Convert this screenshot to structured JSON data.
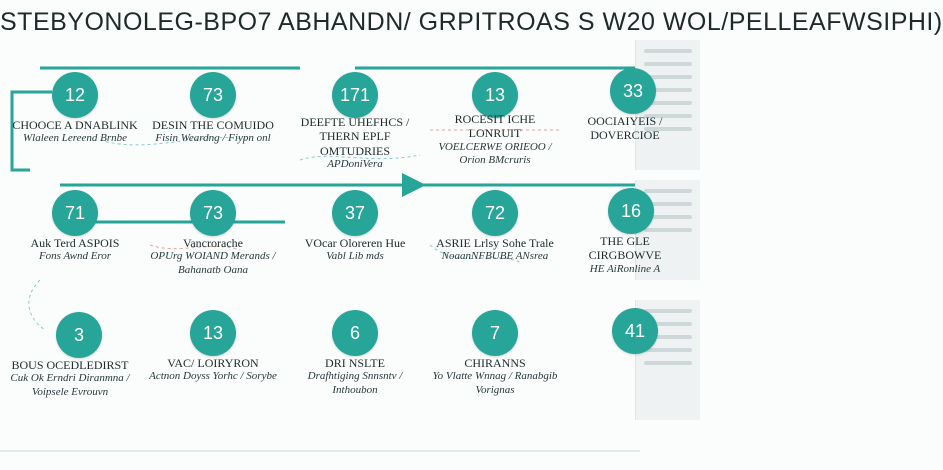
{
  "title": "STEBYONOLEG-BPO7 ABHANDN/ GRPITROAS S W20 WOL/PELLEAFWSIPHI)",
  "colors": {
    "accent": "#27a599",
    "line": "#27a599",
    "text": "#1c2a2a"
  },
  "rows": [
    [
      {
        "number": "12",
        "heading": "CHOOCE A DNABLINK",
        "sub": "Wlaleen Lereend Brnbe"
      },
      {
        "number": "73",
        "heading": "DESIN THE COMUIDO",
        "sub": "Fisin Weardng / Fiypn onl"
      },
      {
        "number": "171",
        "heading": "DEEFTE UHEFHCS / THERN EPLF OMTUDRIES",
        "sub": "APDoniVera"
      },
      {
        "number": "13",
        "heading": "ROCESIT ICHE LONRUIT",
        "sub": "VOELCERWE ORIEOO / Orion BMcruris"
      },
      {
        "number": "33",
        "heading": "OOCIAIYEIS / DOVERCIOE",
        "sub": ""
      }
    ],
    [
      {
        "number": "71",
        "heading": "Auk Terd ASPOIS",
        "sub": "Fons Awnd Eror"
      },
      {
        "number": "73",
        "heading": "Vancrorache",
        "sub": "OPUrg WOIAND Merands / Bahanatb Oana"
      },
      {
        "number": "37",
        "heading": "VOcar Oloreren Hue",
        "sub": "Vabl Lib mds"
      },
      {
        "number": "72",
        "heading": "ASRIE Lrlsy Sohe Trale",
        "sub": "NoaanNFBUBE ANsrea"
      },
      {
        "number": "16",
        "heading": "THE GLE CIRGBOWVE",
        "sub": "HE AiRonline A"
      }
    ],
    [
      {
        "number": "3",
        "heading": "BOUS OCEDLEDIRST",
        "sub": "Cuk Ok Erndri Diranmna / Voipsele Evrouvn"
      },
      {
        "number": "13",
        "heading": "VAC/ LOIRYRON",
        "sub": "Actnon Doyss Yorhc / Sorybe"
      },
      {
        "number": "6",
        "heading": "DRI NSLTE",
        "sub": "Drafhtiging Snnsntv / Inthoubon"
      },
      {
        "number": "7",
        "heading": "CHIRANNS",
        "sub": "Yo Vlatte Wnnag / Ranabgib Vorignas"
      },
      {
        "number": "41",
        "heading": "",
        "sub": ""
      }
    ]
  ]
}
